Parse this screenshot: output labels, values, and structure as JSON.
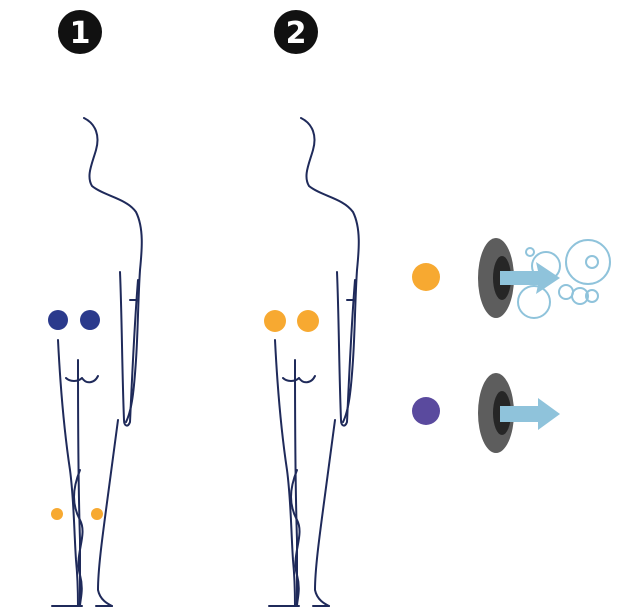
{
  "steps": [
    {
      "label": "1"
    },
    {
      "label": "2"
    }
  ],
  "colors": {
    "outline": "#1f2a5a",
    "navy_dot": "#2b3a8c",
    "orange_dot": "#f7a931",
    "purple_dot": "#5a4a9e",
    "ring_outer": "#5d5d5d",
    "ring_inner": "#262626",
    "flow": "#8fc3db"
  },
  "legend": [
    {
      "dot": "orange-dot",
      "icon": "valve-bubbles-icon"
    },
    {
      "dot": "purple-dot",
      "icon": "valve-arrow-icon"
    }
  ]
}
